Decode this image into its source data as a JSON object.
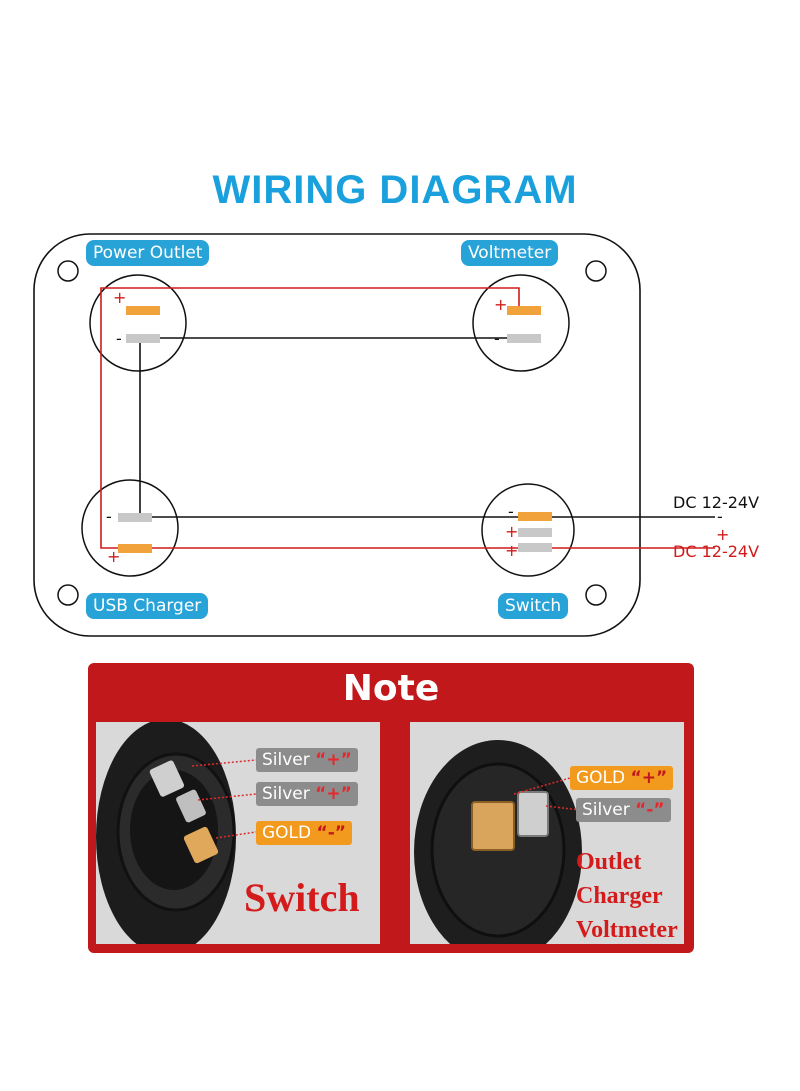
{
  "diagram": {
    "title": "WIRING DIAGRAM",
    "components": {
      "power_outlet": "Power Outlet",
      "voltmeter": "Voltmeter",
      "usb_charger": "USB Charger",
      "switch": "Switch"
    },
    "terminal_signs": {
      "plus": "+",
      "minus": "-"
    },
    "supply": {
      "negative_label": "DC 12-24V",
      "negative_sign": "-",
      "positive_sign": "+",
      "positive_label": "DC 12-24V"
    },
    "colors": {
      "accent_blue": "#28a3d8",
      "positive_wire": "#d11a1a",
      "negative_wire": "#111111",
      "gold_terminal": "#f2a23a",
      "silver_terminal": "#c8c8c8"
    }
  },
  "note": {
    "heading": "Note",
    "switch_panel": {
      "labels": [
        {
          "text": "Silver",
          "sign": "“+”",
          "kind": "silver"
        },
        {
          "text": "Silver",
          "sign": "“+”",
          "kind": "silver"
        },
        {
          "text": "GOLD",
          "sign": "“-”",
          "kind": "gold"
        }
      ],
      "caption": "Switch"
    },
    "outlet_panel": {
      "labels": [
        {
          "text": "GOLD",
          "sign": "“+”",
          "kind": "gold"
        },
        {
          "text": "Silver",
          "sign": "“-”",
          "kind": "silver"
        }
      ],
      "captions": [
        "Outlet",
        "Charger",
        "Voltmeter"
      ]
    },
    "colors": {
      "panel_red": "#c0181b",
      "photo_bg": "#d9d9d9"
    }
  }
}
